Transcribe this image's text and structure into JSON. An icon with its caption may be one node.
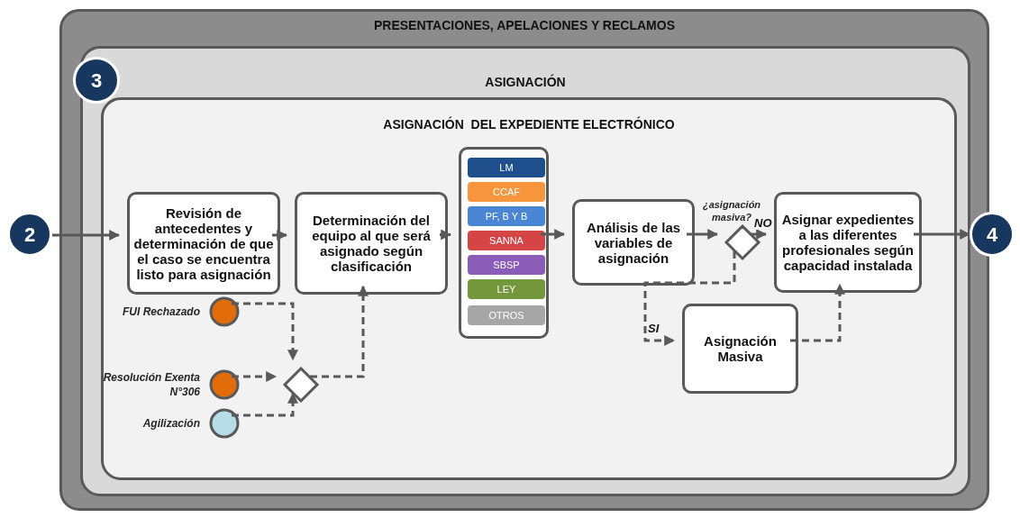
{
  "diagram": {
    "nodes": [
      {
        "text": [
          "PRESENTACIONES, APELACIONES Y RECLAMOS"
        ]
      },
      {
        "text": [
          "ASIGNACIÓN"
        ],
        "in": 0
      },
      {
        "text": [
          "ASIGNACIÓN  DEL EXPEDIENTE ELECTRÓNICO"
        ],
        "in": 1
      },
      {
        "text": [
          "3"
        ],
        "in": 0
      },
      {
        "text": [
          "2"
        ]
      },
      {
        "text": [
          "Revisión de antecedentes y determinación de que el caso se encuentra listo para asignación"
        ],
        "in": 2
      },
      {
        "text": [
          "Determinación del equipo al que será asignado según clasificación"
        ],
        "in": 2
      },
      {
        "text": [],
        "shape": "box",
        "in": 2
      },
      {
        "text": [
          "LM"
        ],
        "in": 7
      },
      {
        "text": [
          "CCAF"
        ],
        "in": 7
      },
      {
        "text": [
          "PF, B Y B"
        ],
        "in": 7
      },
      {
        "text": [
          "SANNA"
        ],
        "in": 7
      },
      {
        "text": [
          "SBSP"
        ],
        "in": 7
      },
      {
        "text": [
          "LEY"
        ],
        "in": 7
      },
      {
        "text": [
          "OTROS"
        ],
        "in": 7
      },
      {
        "text": [
          "Análisis de las variables de asignación"
        ],
        "in": 2
      },
      {
        "text": [],
        "shape": "diamond",
        "beside": [
          "¿asignación masiva?"
        ],
        "in": 2
      },
      {
        "text": [
          "Asignar expedientes a las diferentes profesionales según capacidad instalada"
        ],
        "in": 2
      },
      {
        "text": [
          "Asignación Masiva"
        ],
        "in": 2
      },
      {
        "text": [
          "4"
        ]
      },
      {
        "text": [],
        "shape": "circle",
        "beside": [
          "FUI Rechazado"
        ],
        "in": 2
      },
      {
        "text": [],
        "shape": "circle",
        "beside": [
          "Resolución Exenta N°306"
        ],
        "in": 2
      },
      {
        "text": [],
        "shape": "circle",
        "beside": [
          "Agilización"
        ],
        "in": 2
      },
      {
        "text": [],
        "shape": "diamond",
        "in": 2
      }
    ],
    "edges": [
      {
        "from": 4,
        "to": 5,
        "arrow": "to"
      },
      {
        "from": 5,
        "to": 6,
        "arrow": "to"
      },
      {
        "from": 6,
        "to": 7,
        "arrow": "to"
      },
      {
        "from": 7,
        "to": 15,
        "arrow": "to"
      },
      {
        "from": 15,
        "to": 16,
        "arrow": "to"
      },
      {
        "from": 16,
        "to": 17,
        "arrow": "to",
        "label": "NO"
      },
      {
        "from": 16,
        "to": 18,
        "arrow": "to",
        "label": "SI",
        "style": "dashed"
      },
      {
        "from": 18,
        "to": 17,
        "arrow": "to",
        "style": "dashed"
      },
      {
        "from": 17,
        "to": 19,
        "arrow": "to"
      },
      {
        "from": 20,
        "to": 23,
        "arrow": "to",
        "style": "dashed"
      },
      {
        "from": 21,
        "to": 23,
        "arrow": "to",
        "style": "dashed"
      },
      {
        "from": 22,
        "to": 23,
        "arrow": "to",
        "style": "dashed"
      },
      {
        "from": 23,
        "to": 6,
        "arrow": "to",
        "style": "dashed"
      }
    ]
  }
}
